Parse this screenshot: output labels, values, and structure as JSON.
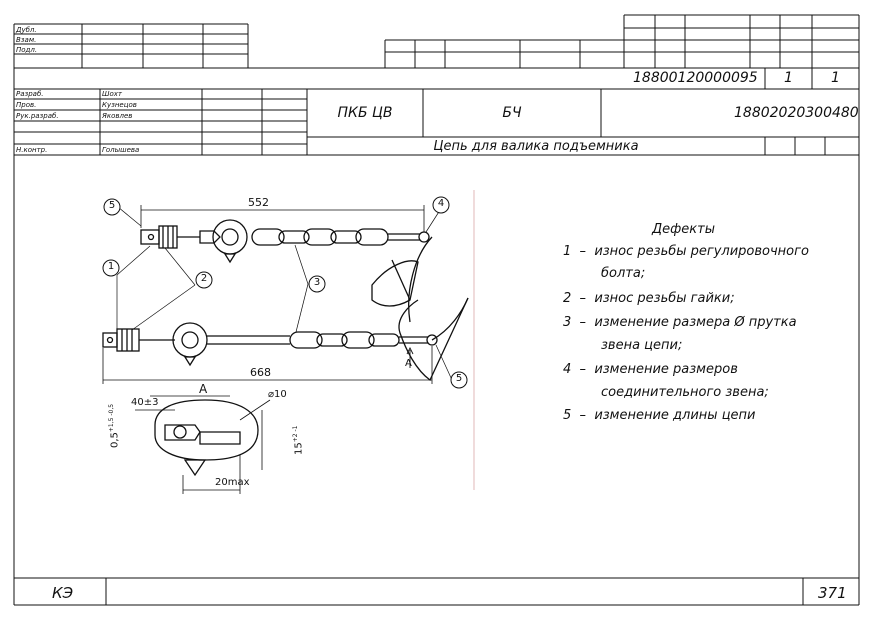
{
  "side_stamp": {
    "rows": [
      "Дубл.",
      "Взам.",
      "Подл."
    ]
  },
  "doc_header": {
    "doc_number": "18800120000095",
    "sheet": "1",
    "sheets": "1"
  },
  "title_block": {
    "roles": [
      {
        "role": "Разраб.",
        "name": "Шохт"
      },
      {
        "role": "Пров.",
        "name": "Кузнецов"
      },
      {
        "role": "Рук.разраб.",
        "name": "Яковлев"
      },
      {
        "role": "",
        "name": ""
      },
      {
        "role": "Н.контр.",
        "name": "Голышева"
      }
    ],
    "organization": "ПКБ ЦВ",
    "code": "БЧ",
    "designation": "18802020300480",
    "title": "Цепь для валика подъемника"
  },
  "drawing": {
    "dim_top": "552",
    "dim_bottom": "668",
    "dim_40": "40±3",
    "dim_d10": "⌀10",
    "dim_05": "0,5",
    "dim_05_tol": "+1,5 -0,5",
    "dim_15": "15",
    "dim_15_tol": "+2 -1",
    "dim_20max": "20max",
    "view_A_label": "A",
    "arrow_A_label": "A",
    "callouts": [
      "5",
      "4",
      "1",
      "2",
      "3",
      "5"
    ]
  },
  "defects": {
    "title": "Дефекты",
    "items": [
      {
        "num": "1",
        "dash": "–",
        "text": "износ резьбы регулировочного",
        "cont": "болта;"
      },
      {
        "num": "2",
        "dash": "–",
        "text": "износ резьбы гайки;",
        "cont": ""
      },
      {
        "num": "3",
        "dash": "–",
        "text": "изменение размера Ø прутка",
        "cont": "звена цепи;"
      },
      {
        "num": "4",
        "dash": "–",
        "text": "изменение размеров",
        "cont": "соединительного звена;"
      },
      {
        "num": "5",
        "dash": "–",
        "text": "изменение длины цепи",
        "cont": ""
      }
    ]
  },
  "footer": {
    "left": "КЭ",
    "page": "371"
  }
}
